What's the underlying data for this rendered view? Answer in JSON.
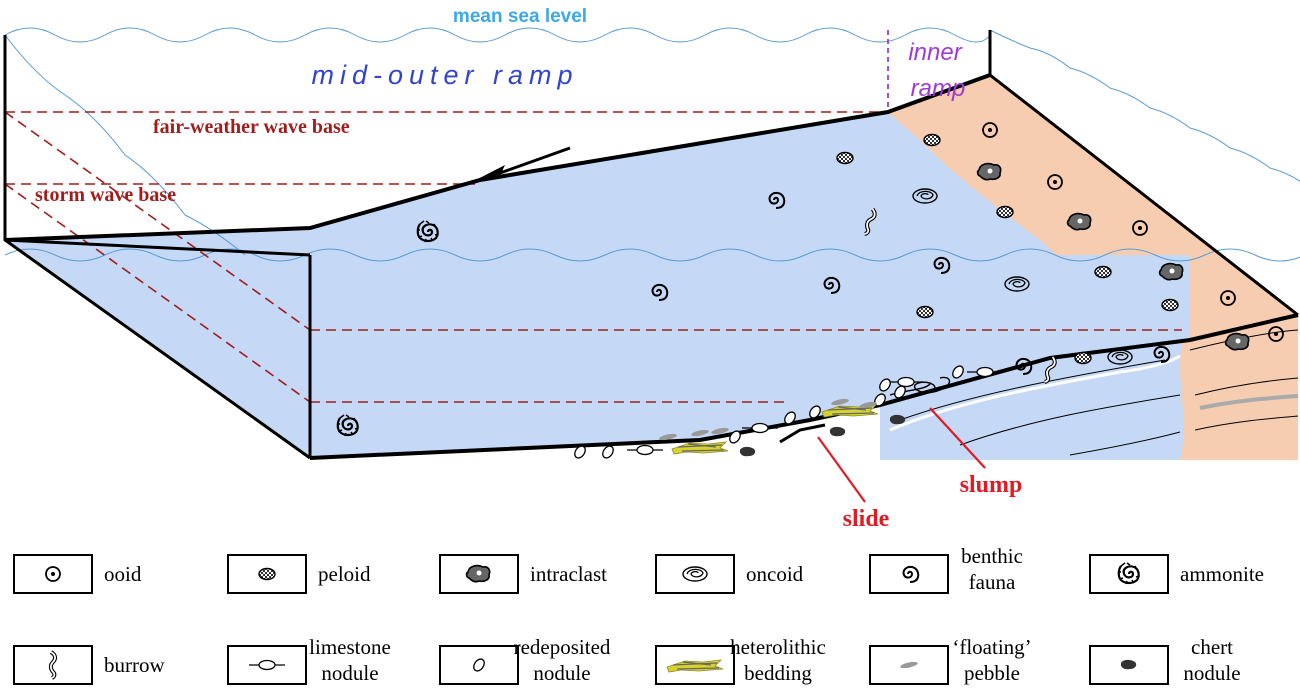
{
  "labels": {
    "mean_sea_level": "mean sea level",
    "mid_outer_ramp": "mid-outer ramp",
    "inner_ramp_line1": "inner",
    "inner_ramp_line2": "ramp",
    "fair_weather_wave_base": "fair-weather wave base",
    "storm_wave_base": "storm wave base",
    "slide": "slide",
    "slump": "slump"
  },
  "legend": {
    "row1": [
      {
        "symbol": "ooid-icon",
        "lines": [
          "ooid"
        ]
      },
      {
        "symbol": "peloid-icon",
        "lines": [
          "peloid"
        ]
      },
      {
        "symbol": "intraclast-icon",
        "lines": [
          "intraclast"
        ]
      },
      {
        "symbol": "oncoid-icon",
        "lines": [
          "oncoid"
        ]
      },
      {
        "symbol": "benthic-fauna-icon",
        "lines": [
          "benthic",
          "fauna"
        ]
      },
      {
        "symbol": "ammonite-icon",
        "lines": [
          "ammonite"
        ]
      }
    ],
    "row2": [
      {
        "symbol": "burrow-icon",
        "lines": [
          "burrow"
        ]
      },
      {
        "symbol": "limestone-nodule-icon",
        "lines": [
          "limestone",
          "nodule"
        ]
      },
      {
        "symbol": "redeposited-nodule-icon",
        "lines": [
          "redeposited",
          "nodule"
        ]
      },
      {
        "symbol": "heterolithic-bedding-icon",
        "lines": [
          "heterolithic",
          "bedding"
        ]
      },
      {
        "symbol": "floating-pebble-icon",
        "lines": [
          "‘floating’",
          "pebble"
        ]
      },
      {
        "symbol": "chert-nodule-icon",
        "lines": [
          "chert",
          "nodule"
        ]
      }
    ]
  },
  "colors": {
    "water": "#c5d9f6",
    "inner_ramp": "#f6cdb0",
    "wave_base_line": "#a11d1d",
    "sea_level_text": "#3aa9e6",
    "mid_outer_text": "#3344cc",
    "inner_text": "#a03ad6",
    "callout_red": "#e01b24"
  }
}
